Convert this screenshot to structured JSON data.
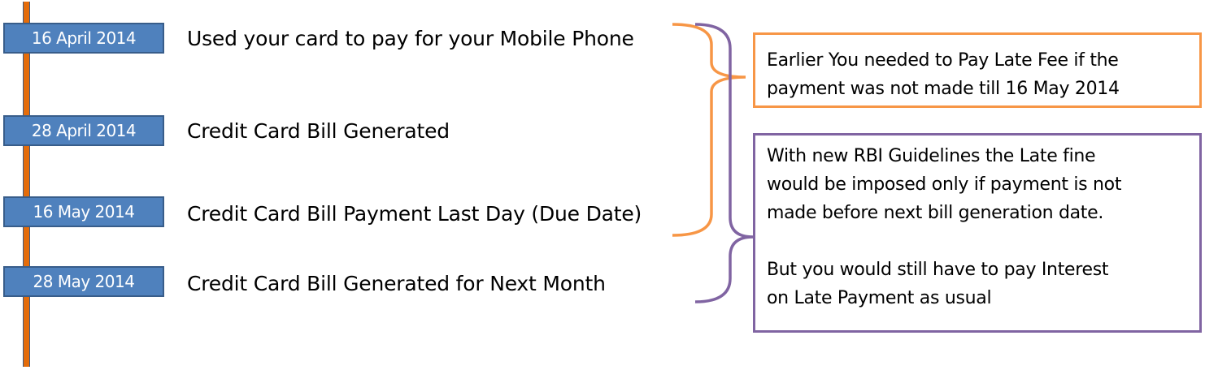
{
  "timeline": {
    "line_color": "#E46C0A",
    "box_color": "#4F81BD",
    "events": [
      {
        "date": "16 April 2014",
        "text": "Used your card to pay for your Mobile Phone"
      },
      {
        "date": "28 April 2014",
        "text": "Credit Card Bill Generated"
      },
      {
        "date": "16 May 2014",
        "text": "Credit Card Bill Payment Last Day (Due Date)"
      },
      {
        "date": "28 May 2014",
        "text": "Credit Card Bill Generated for Next Month"
      }
    ]
  },
  "notes": {
    "old_rule": {
      "border_color": "#F79646",
      "lines": [
        "Earlier You needed to Pay Late Fee if the",
        "payment was not made till 16 May 2014"
      ]
    },
    "new_rule": {
      "border_color": "#8064A2",
      "paragraph1": [
        "With new RBI Guidelines the Late fine",
        "would be imposed only if payment is not",
        "made before next bill generation date."
      ],
      "paragraph2": [
        "But you would still have to pay Interest",
        "on Late Payment as usual"
      ]
    }
  }
}
